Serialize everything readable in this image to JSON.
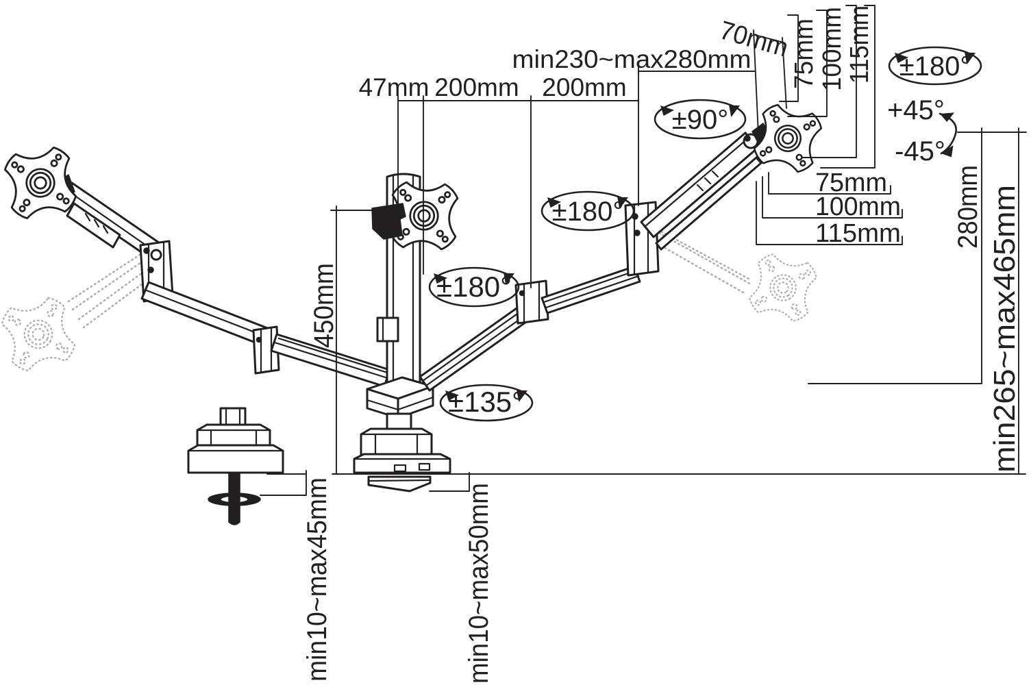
{
  "colors": {
    "line": "#231f20",
    "ghost": "#aeaeae",
    "background": "#ffffff"
  },
  "labels": {
    "reach": {
      "seg47": "47mm",
      "seg200a": "200mm",
      "seg200b": "200mm",
      "extension": "min230~max280mm",
      "link70": "70mm"
    },
    "vesa_top": {
      "v75": "75mm",
      "v100": "100mm",
      "v115": "115mm"
    },
    "vesa_side": {
      "h75": "75mm",
      "h100": "100mm",
      "h115": "115mm"
    },
    "rotation": {
      "arm_mid": "±180°",
      "arm_right": "±180°",
      "screen": "±180°",
      "pivot": "±90°",
      "base": "±135°",
      "tilt_up": "+45°",
      "tilt_down": "-45°"
    },
    "height": {
      "pole": "450mm",
      "lift": "280mm",
      "range": "min265~max465mm"
    },
    "desk": {
      "grommet": "min10~max45mm",
      "clamp": "min10~max50mm"
    }
  }
}
